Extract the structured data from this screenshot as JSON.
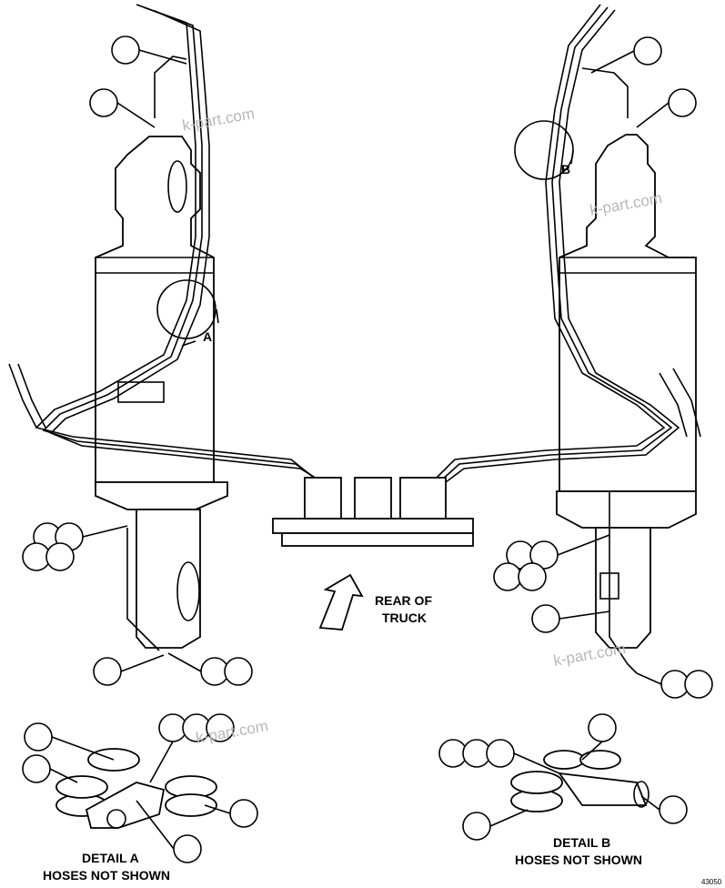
{
  "labels": {
    "rear_of_truck_line1": "REAR OF",
    "rear_of_truck_line2": "TRUCK",
    "detail_a_title": "DETAIL A",
    "detail_a_note": "HOSES NOT SHOWN",
    "detail_b_title": "DETAIL B",
    "detail_b_note": "HOSES NOT SHOWN",
    "detail_marker_a": "A",
    "detail_marker_b": "B",
    "drawing_number": "43050"
  },
  "watermarks": [
    "k-part.com",
    "k-part.com",
    "k-part.com",
    "k-part.com"
  ],
  "colors": {
    "line": "#000000",
    "watermark": "#b7b7b7",
    "background": "#ffffff"
  }
}
